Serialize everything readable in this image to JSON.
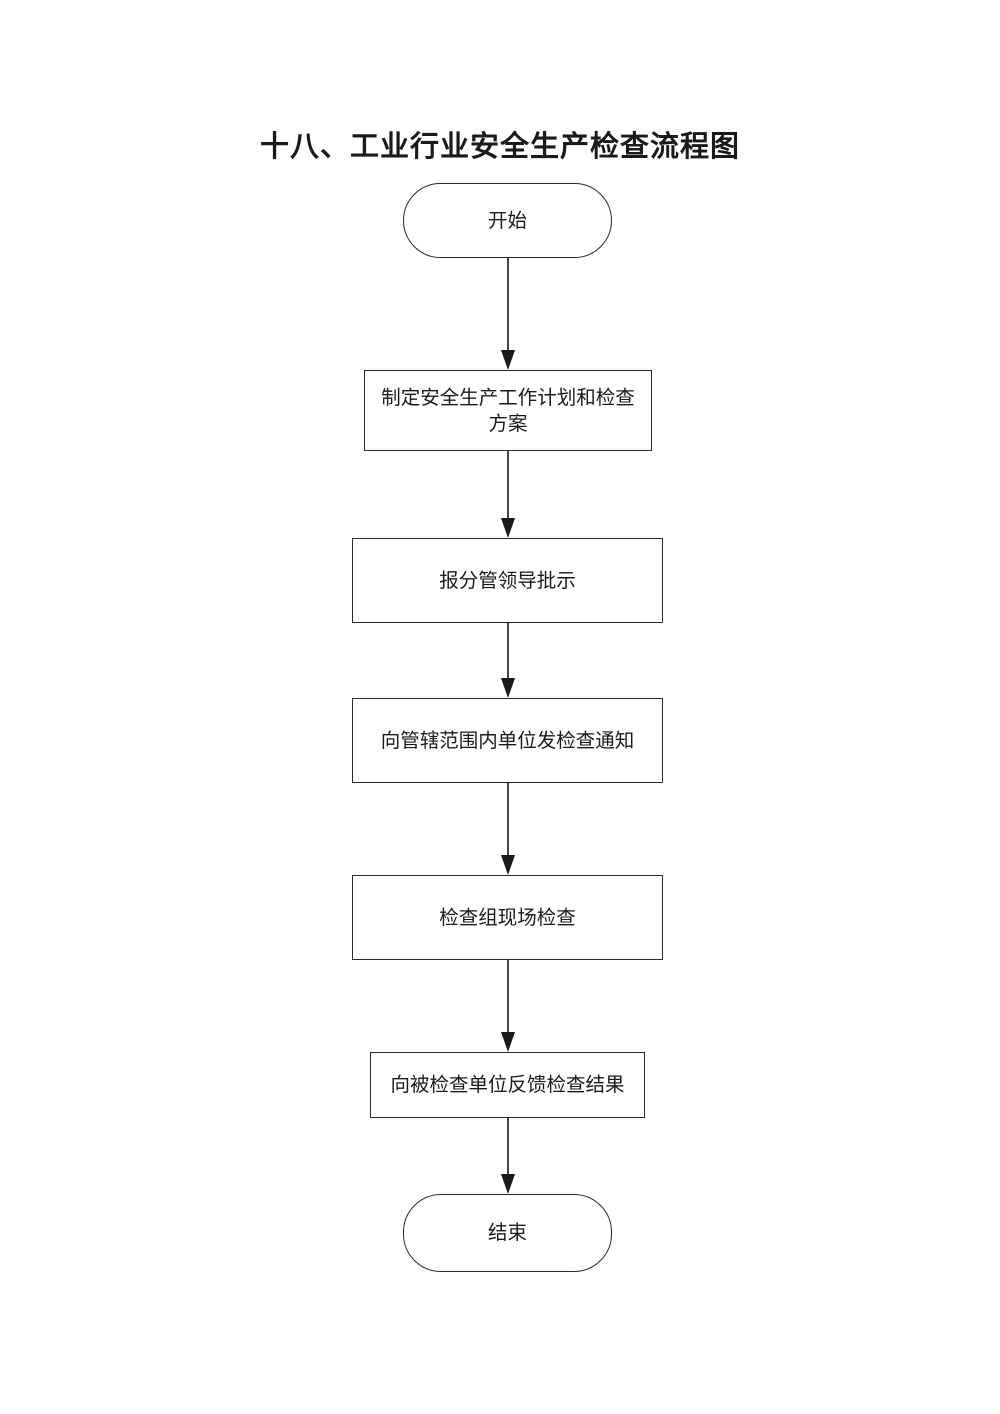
{
  "document": {
    "title": "十八、工业行业安全生产检查流程图"
  },
  "flowchart": {
    "nodes": [
      {
        "id": "start",
        "shape": "terminal",
        "label": "开始"
      },
      {
        "id": "plan",
        "shape": "process",
        "label": "制定安全生产工作计划和检查方案"
      },
      {
        "id": "approval",
        "shape": "process",
        "label": "报分管领导批示"
      },
      {
        "id": "notice",
        "shape": "process",
        "label": "向管辖范围内单位发检查通知"
      },
      {
        "id": "inspect",
        "shape": "process",
        "label": "检查组现场检查"
      },
      {
        "id": "feedback",
        "shape": "process",
        "label": "向被检查单位反馈检查结果"
      },
      {
        "id": "end",
        "shape": "terminal",
        "label": "结束"
      }
    ],
    "edges": [
      {
        "from": "start",
        "to": "plan"
      },
      {
        "from": "plan",
        "to": "approval"
      },
      {
        "from": "approval",
        "to": "notice"
      },
      {
        "from": "notice",
        "to": "inspect"
      },
      {
        "from": "inspect",
        "to": "feedback"
      },
      {
        "from": "feedback",
        "to": "end"
      }
    ]
  }
}
